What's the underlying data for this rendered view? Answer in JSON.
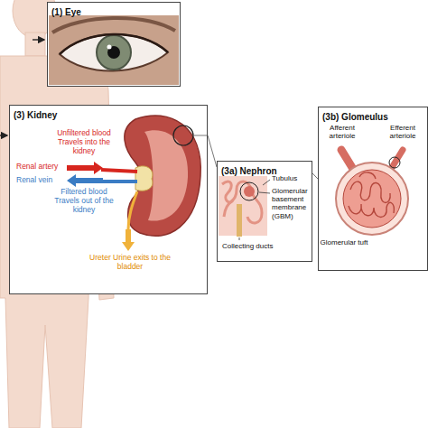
{
  "diagram": {
    "nodes": [
      {
        "text": [
          "(1) Eye"
        ]
      },
      {
        "text": [
          "(3) Kidney"
        ]
      },
      {
        "text": [
          "(3a) Nephron"
        ]
      },
      {
        "text": [
          "(3b) Glomeulus"
        ]
      }
    ],
    "edges": [
      {
        "from": 1,
        "to": 2,
        "arrow": "none"
      },
      {
        "from": 2,
        "to": 3,
        "arrow": "none"
      }
    ],
    "labels": [
      "Unfiltered blood Travels into the kidney",
      "Renal artery",
      "Renal vein",
      "Filtered blood Travels out of the kidney",
      "Ureter Urine exits to the bladder",
      "Tubulus",
      "Glomerular basement membrane (GBM)",
      "Collecting ducts",
      "Afferent arteriole",
      "Efferent arteriole",
      "Glomerular tuft"
    ]
  }
}
